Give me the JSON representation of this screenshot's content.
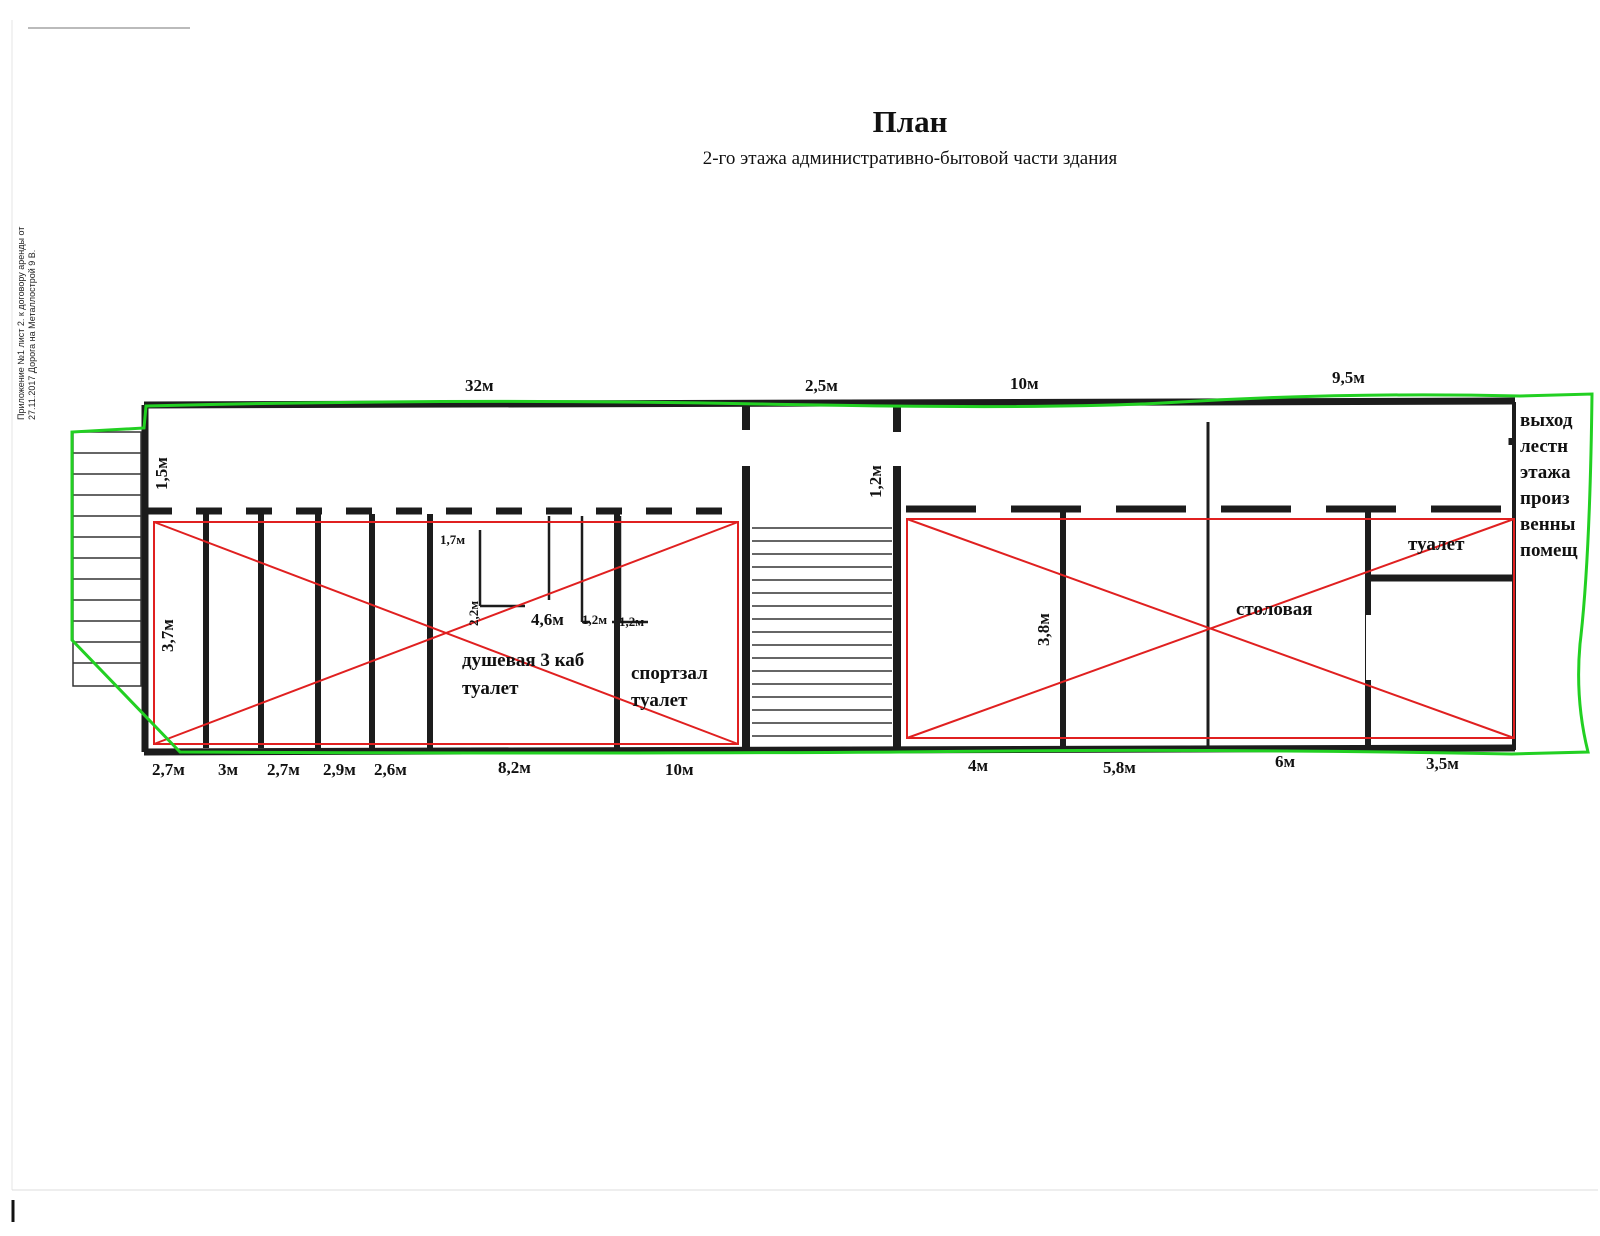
{
  "title": "План",
  "subtitle": "2-го этажа административно-бытовой части здания",
  "margin_note": [
    "Приложение №1 лист 2. к договору аренды от",
    "27.11.2017 Дорога на Металлострой 9 В."
  ],
  "dimensions": {
    "top": [
      "32м",
      "2,5м",
      "10м",
      "9,5м"
    ],
    "corridor_left": "1,5м",
    "corridor_mid": "1,2м",
    "room_depth_left": "3,7м",
    "room_depth_right": "3,8м",
    "shower_1": "1,7м",
    "shower_2": "2,2м",
    "shower_3": "4,6м",
    "shower_4": "1,2м",
    "shower_5": "1,2м",
    "bottom": [
      "2,7м",
      "3м",
      "2,7м",
      "2,9м",
      "2,6м",
      "8,2м",
      "10м",
      "4м",
      "5,8м",
      "6м",
      "3,5м"
    ]
  },
  "rooms": {
    "shower": "душевая 3 каб",
    "toilet_left": "туалет",
    "gym": "спортзал",
    "gym_toilet": "туалет",
    "canteen": "столовая",
    "toilet_right": "туалет"
  },
  "exit_note": [
    "выход",
    "лестн",
    "этажа",
    "произ",
    "венны",
    "помещ"
  ],
  "colors": {
    "wall": "#1c1c1c",
    "outline": "#22d022",
    "cross": "#e02020"
  }
}
